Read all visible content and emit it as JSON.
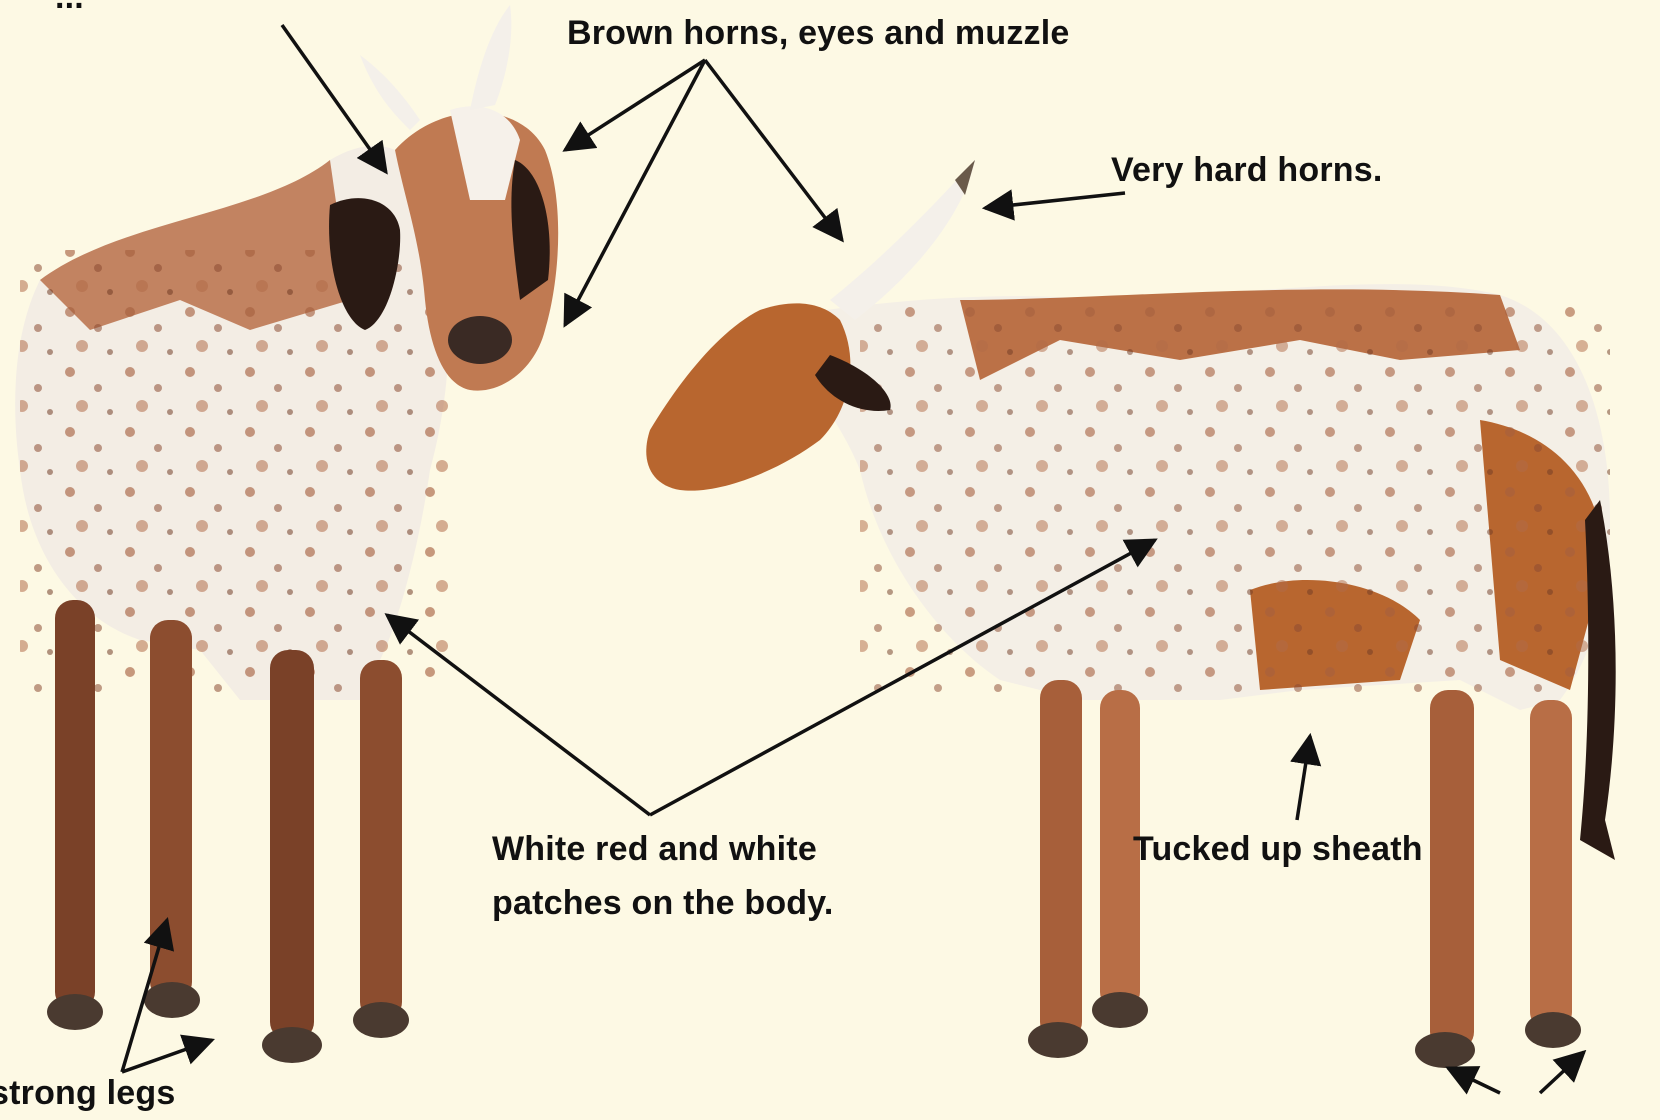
{
  "labels": {
    "top_left_cut": "...",
    "horns_eyes_muzzle": "Brown horns, eyes and muzzle",
    "hard_horns": "Very hard horns.",
    "patches_line1": "White red and white",
    "patches_line2": "patches on the body.",
    "sheath": "Tucked up sheath",
    "legs_cut": "strong legs"
  },
  "colors": {
    "background": "#fdf9e4",
    "coat_brown": "#b9704a",
    "coat_red": "#b05a2a",
    "coat_white": "#f6f1ea",
    "dark_patch": "#2a1a14",
    "arrow": "#111111"
  }
}
